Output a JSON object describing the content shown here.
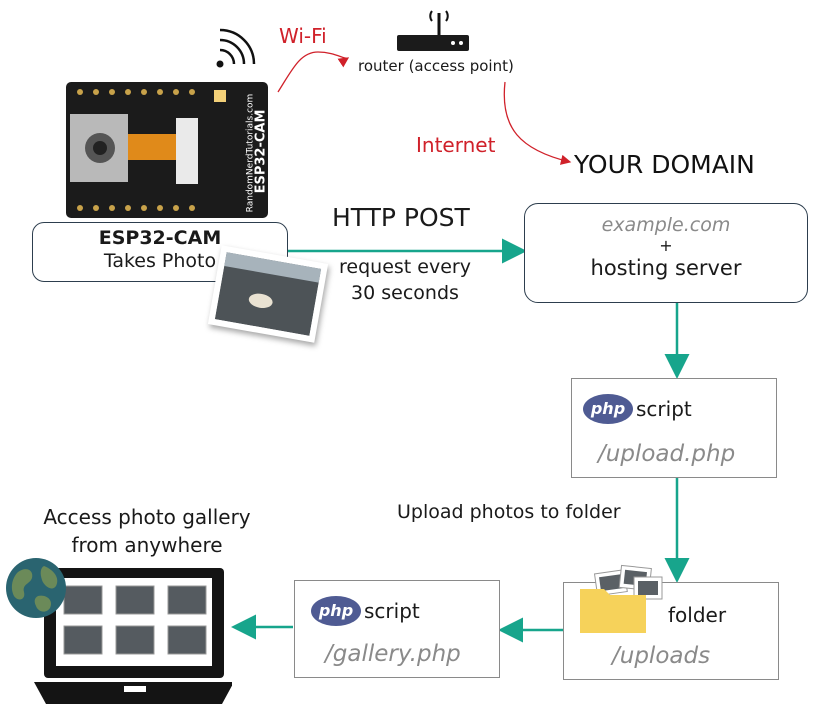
{
  "wifi_label": "Wi-Fi",
  "router_label": "router (access point)",
  "internet_label": "Internet",
  "domain_heading": "YOUR DOMAIN",
  "esp": {
    "title": "ESP32-CAM",
    "subtitle": "Takes Photo",
    "board_text_1": "RandomNerdTutorials.com",
    "board_text_2": "ESP32-CAM"
  },
  "http_post": {
    "title": "HTTP POST",
    "line1": "request every",
    "line2": "30 seconds"
  },
  "server": {
    "domain": "example.com",
    "plus": "+",
    "hosting": "hosting server"
  },
  "upload_script": {
    "php_logo": "php",
    "label": "script",
    "file": "/upload.php"
  },
  "upload_note": "Upload photos to folder",
  "uploads_folder": {
    "label": "folder",
    "path": "/uploads"
  },
  "gallery_script": {
    "php_logo": "php",
    "label": "script",
    "file": "/gallery.php"
  },
  "gallery_access": {
    "line1": "Access photo gallery",
    "line2": "from anywhere"
  },
  "colors": {
    "teal": "#17a58c",
    "red": "#d0212a",
    "php": "#4f5b93",
    "folder": "#f6d25a",
    "board": "#1b1b1b"
  }
}
